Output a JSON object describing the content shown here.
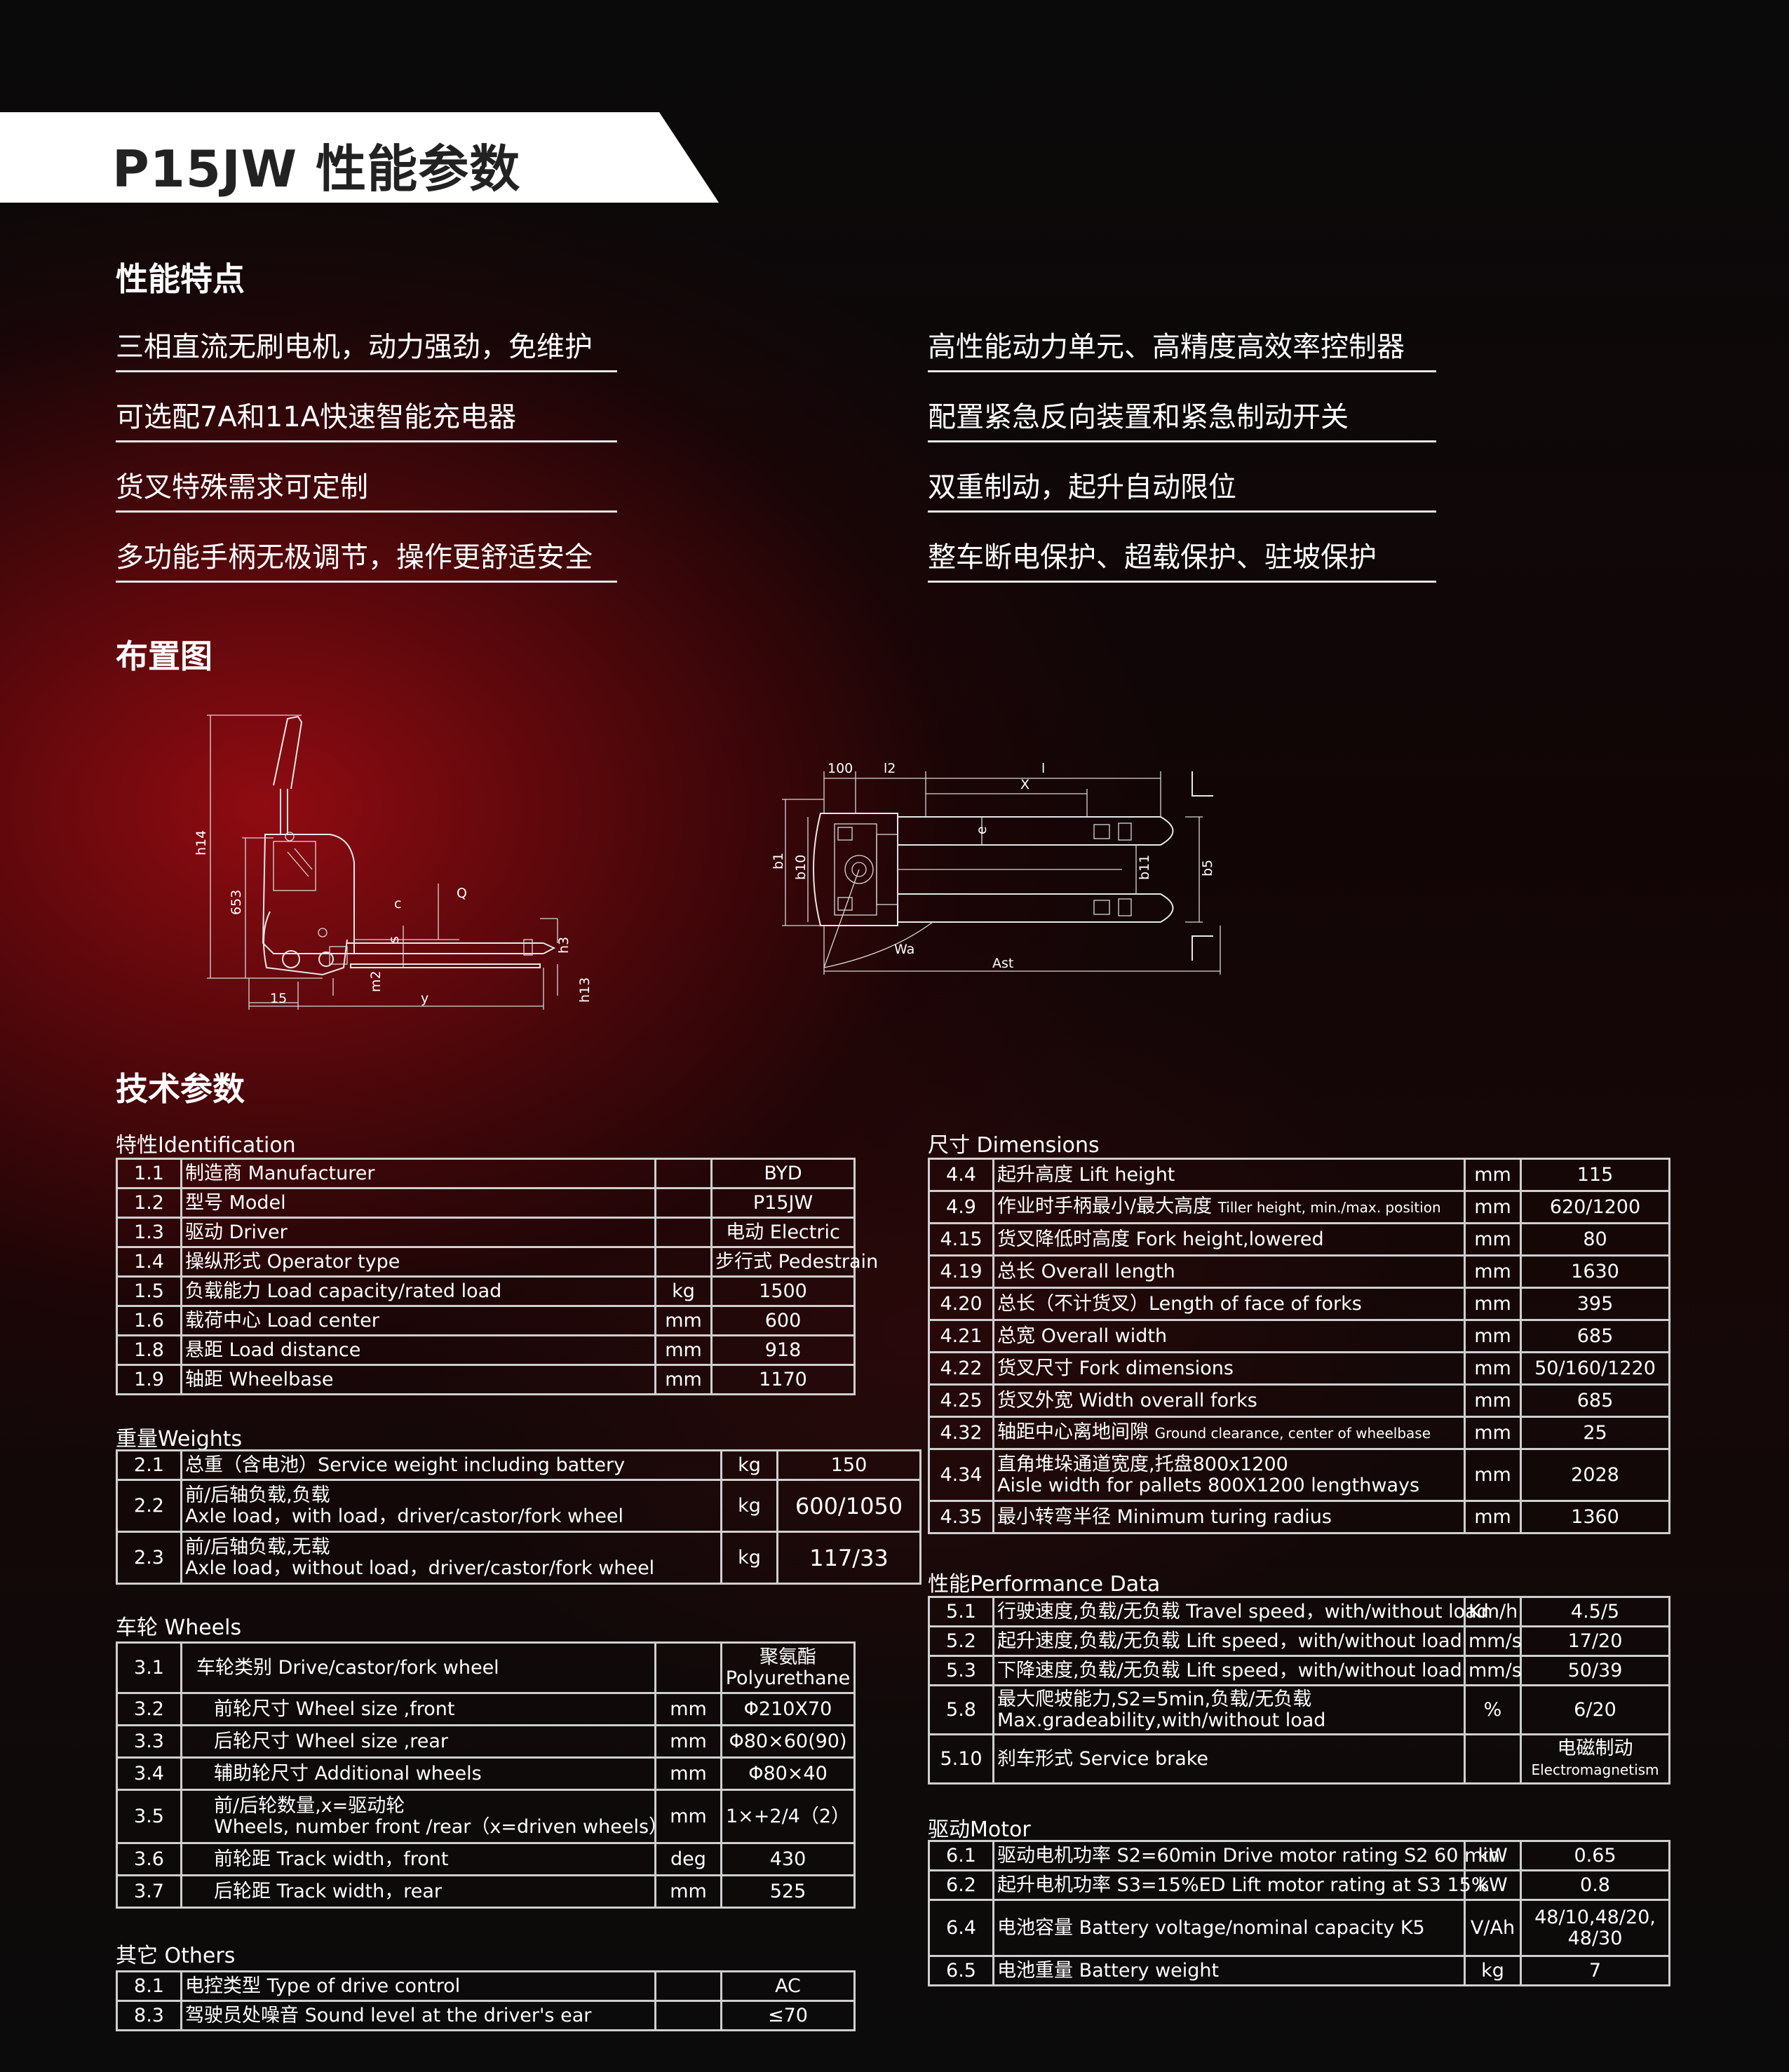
{
  "header": {
    "title": "P15JW 性能参数"
  },
  "features": {
    "heading": "性能特点",
    "left": [
      "三相直流无刷电机，动力强劲，免维护",
      "可选配7A和11A快速智能充电器",
      "货叉特殊需求可定制",
      "多功能手柄无极调节，操作更舒适安全"
    ],
    "right": [
      "高性能动力单元、高精度高效率控制器",
      "配置紧急反向装置和紧急制动开关",
      "双重制动，起升自动限位",
      "整车断电保护、超载保护、驻坡保护"
    ]
  },
  "layout": {
    "heading": "布置图",
    "side_labels": [
      "h14",
      "653",
      "c",
      "Q",
      "s",
      "h3",
      "m2",
      "h13",
      "15",
      "y"
    ],
    "top_labels": [
      "100",
      "l2",
      "l",
      "X",
      "e",
      "b1",
      "b10",
      "b11",
      "b5",
      "Wa",
      "Ast"
    ]
  },
  "tech": {
    "heading": "技术参数",
    "identification": {
      "caption": "特性Identification",
      "rows": [
        {
          "no": "1.1",
          "desc": "制造商 Manufacturer",
          "unit": "",
          "value": "BYD"
        },
        {
          "no": "1.2",
          "desc": "型号 Model",
          "unit": "",
          "value": "P15JW"
        },
        {
          "no": "1.3",
          "desc": "驱动 Driver",
          "unit": "",
          "value": "电动 Electric"
        },
        {
          "no": "1.4",
          "desc": "操纵形式 Operator type",
          "unit": "",
          "value": "步行式 Pedestrain"
        },
        {
          "no": "1.5",
          "desc": "负载能力 Load capacity/rated load",
          "unit": "kg",
          "value": "1500"
        },
        {
          "no": "1.6",
          "desc": "载荷中心 Load center",
          "unit": "mm",
          "value": "600"
        },
        {
          "no": "1.8",
          "desc": "悬距 Load distance",
          "unit": "mm",
          "value": "918"
        },
        {
          "no": "1.9",
          "desc": "轴距 Wheelbase",
          "unit": "mm",
          "value": "1170"
        }
      ]
    },
    "weights": {
      "caption": "重量Weights",
      "rows": [
        {
          "no": "2.1",
          "desc": "总重（含电池）Service weight including battery",
          "desc2": "",
          "unit": "kg",
          "value": "150"
        },
        {
          "no": "2.2",
          "desc": "前/后轴负载,负载",
          "desc2": "Axle load，with load，driver/castor/fork wheel",
          "unit": "kg",
          "value": "600/1050"
        },
        {
          "no": "2.3",
          "desc": "前/后轴负载,无载",
          "desc2": "Axle load，without load，driver/castor/fork wheel",
          "unit": "kg",
          "value": "117/33"
        }
      ]
    },
    "wheels": {
      "caption": "车轮 Wheels",
      "rows": [
        {
          "no": "3.1",
          "desc": "车轮类别 Drive/castor/fork wheel",
          "desc2": "",
          "unit": "",
          "value": "聚氨酯",
          "value2": "Polyurethane"
        },
        {
          "no": "3.2",
          "desc": "前轮尺寸 Wheel size ,front",
          "desc2": "",
          "unit": "mm",
          "value": "Φ210X70",
          "value2": ""
        },
        {
          "no": "3.3",
          "desc": "后轮尺寸 Wheel size ,rear",
          "desc2": "",
          "unit": "mm",
          "value": "Φ80×60(90)",
          "value2": ""
        },
        {
          "no": "3.4",
          "desc": "辅助轮尺寸 Additional wheels",
          "desc2": "",
          "unit": "mm",
          "value": "Φ80×40",
          "value2": ""
        },
        {
          "no": "3.5",
          "desc": "前/后轮数量,x=驱动轮",
          "desc2": "Wheels, number front /rear（x=driven wheels）",
          "unit": "mm",
          "value": "1×+2/4（2）",
          "value2": ""
        },
        {
          "no": "3.6",
          "desc": "前轮距 Track width，front",
          "desc2": "",
          "unit": "deg",
          "value": "430",
          "value2": ""
        },
        {
          "no": "3.7",
          "desc": "后轮距 Track width，rear",
          "desc2": "",
          "unit": "mm",
          "value": "525",
          "value2": ""
        }
      ]
    },
    "others": {
      "caption": "其它 Others",
      "rows": [
        {
          "no": "8.1",
          "desc": "电控类型 Type of drive control",
          "unit": "",
          "value": "AC"
        },
        {
          "no": "8.3",
          "desc": "驾驶员处噪音 Sound level at the driver's ear",
          "unit": "",
          "value": "≤70"
        }
      ]
    },
    "dimensions": {
      "caption": "尺寸 Dimensions",
      "rows": [
        {
          "no": "4.4",
          "desc": "起升高度 Lift height",
          "desc_small": "",
          "desc2": "",
          "unit": "mm",
          "value": "115"
        },
        {
          "no": "4.9",
          "desc": "作业时手柄最小/最大高度 ",
          "desc_small": "Tiller height, min./max. position",
          "desc2": "",
          "unit": "mm",
          "value": "620/1200"
        },
        {
          "no": "4.15",
          "desc": "货叉降低时高度 Fork height,lowered",
          "desc_small": "",
          "desc2": "",
          "unit": "mm",
          "value": "80"
        },
        {
          "no": "4.19",
          "desc": "总长 Overall length",
          "desc_small": "",
          "desc2": "",
          "unit": "mm",
          "value": "1630"
        },
        {
          "no": "4.20",
          "desc": "总长（不计货叉）Length of face of forks",
          "desc_small": "",
          "desc2": "",
          "unit": "mm",
          "value": "395"
        },
        {
          "no": "4.21",
          "desc": "总宽 Overall width",
          "desc_small": "",
          "desc2": "",
          "unit": "mm",
          "value": "685"
        },
        {
          "no": "4.22",
          "desc": "货叉尺寸 Fork dimensions",
          "desc_small": "",
          "desc2": "",
          "unit": "mm",
          "value": "50/160/1220"
        },
        {
          "no": "4.25",
          "desc": "货叉外宽 Width overall forks",
          "desc_small": "",
          "desc2": "",
          "unit": "mm",
          "value": "685"
        },
        {
          "no": "4.32",
          "desc": "轴距中心离地间隙 ",
          "desc_small": "Ground clearance, center of wheelbase",
          "desc2": "",
          "unit": "mm",
          "value": "25"
        },
        {
          "no": "4.34",
          "desc": "直角堆垛通道宽度,托盘800x1200",
          "desc_small": "",
          "desc2": "Aisle width for pallets 800X1200 lengthways",
          "unit": "mm",
          "value": "2028"
        },
        {
          "no": "4.35",
          "desc": "最小转弯半径 Minimum turing radius",
          "desc_small": "",
          "desc2": "",
          "unit": "mm",
          "value": "1360"
        }
      ]
    },
    "performance": {
      "caption": "性能Performance Data",
      "rows": [
        {
          "no": "5.1",
          "desc": "行驶速度,负载/无负载 Travel speed，with/without load",
          "desc2": "",
          "unit": "Km/h",
          "value": "4.5/5",
          "value2": ""
        },
        {
          "no": "5.2",
          "desc": "起升速度,负载/无负载 Lift speed，with/without load",
          "desc2": "",
          "unit": "mm/s",
          "value": "17/20",
          "value2": ""
        },
        {
          "no": "5.3",
          "desc": "下降速度,负载/无负载 Lift speed，with/without load",
          "desc2": "",
          "unit": "mm/s",
          "value": "50/39",
          "value2": ""
        },
        {
          "no": "5.8",
          "desc": "最大爬坡能力,S2=5min,负载/无负载",
          "desc2": "Max.gradeability,with/without load",
          "unit": "%",
          "value": "6/20",
          "value2": ""
        },
        {
          "no": "5.10",
          "desc": "刹车形式 Service brake",
          "desc2": "",
          "unit": "",
          "value": "电磁制动",
          "value2": "Electromagnetism"
        }
      ]
    },
    "motor": {
      "caption": "驱动Motor",
      "rows": [
        {
          "no": "6.1",
          "desc": "驱动电机功率  S2=60min Drive motor rating S2 60 min",
          "unit": "kW",
          "value": "0.65",
          "value2": ""
        },
        {
          "no": "6.2",
          "desc": "起升电机功率  S3=15%ED Lift motor rating at S3 15%",
          "unit": "kW",
          "value": "0.8",
          "value2": ""
        },
        {
          "no": "6.4",
          "desc": "电池容量  Battery voltage/nominal capacity K5",
          "unit": "V/Ah",
          "value": "48/10,48/20,",
          "value2": "48/30"
        },
        {
          "no": "6.5",
          "desc": "电池重量  Battery weight",
          "unit": "kg",
          "value": "7",
          "value2": ""
        }
      ]
    }
  }
}
